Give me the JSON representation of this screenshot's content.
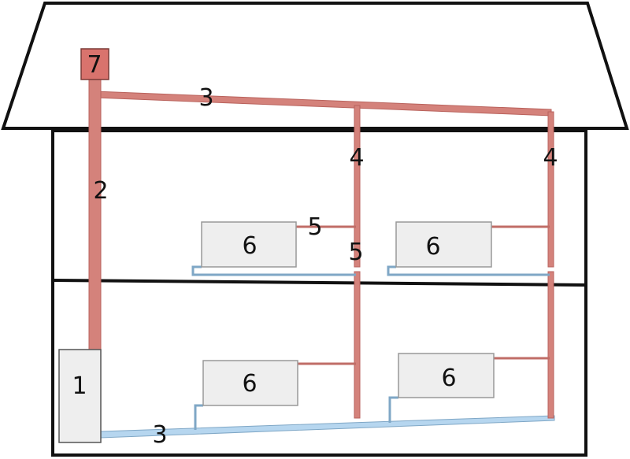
{
  "colors": {
    "hot_pipe": "#d4827b",
    "hot_pipe_stroke": "#b9625c",
    "cold_pipe": "#b6d6ef",
    "cold_pipe_stroke": "#7fa7c6",
    "radiator_fill": "#eeeeee",
    "radiator_stroke": "#999999",
    "boiler_fill": "#eeeeee",
    "tank_fill": "#d9736d",
    "outline": "#111111"
  },
  "labels": {
    "boiler": "1",
    "main_riser": "2",
    "supply_main": "3",
    "return_main": "3",
    "riser_middle": "4",
    "riser_right": "4",
    "branch_upper": "5",
    "branch_lower": "5",
    "radiator_upper_left": "6",
    "radiator_upper_right": "6",
    "radiator_lower_left": "6",
    "radiator_lower_right": "6",
    "expansion_tank": "7"
  }
}
